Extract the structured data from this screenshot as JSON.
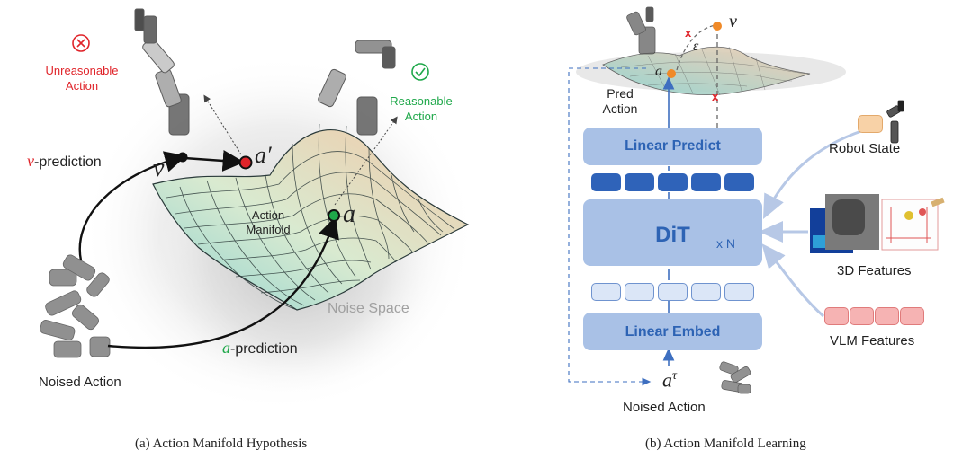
{
  "panel_a": {
    "unreasonable_label": [
      "Unreasonable",
      "Action"
    ],
    "reasonable_label": [
      "Reasonable",
      "Action"
    ],
    "v_prefix": "v",
    "prediction_suffix": "-prediction",
    "a_prefix": "a",
    "v_symbol": "v",
    "a_prime_symbol": "a′",
    "a_symbol": "a",
    "manifold_label": [
      "Action",
      "Manifold"
    ],
    "noise_space_label": "Noise Space",
    "noised_action_label": "Noised Action",
    "caption": "(a) Action Manifold Hypothesis"
  },
  "panel_b": {
    "v_symbol": "v",
    "epsilon_symbol": "ε",
    "a_symbol": "a",
    "x_mark": "x",
    "pred_action_label": [
      "Pred",
      "Action"
    ],
    "linear_predict_label": "Linear Predict",
    "dit_label": "DiT",
    "dit_multiplier": "x N",
    "linear_embed_label": "Linear Embed",
    "a_tau_symbol": "a",
    "tau_symbol": "τ",
    "noised_action_label": "Noised Action",
    "robot_state_label": "Robot State",
    "features_3d_label": "3D Features",
    "vlm_features_label": "VLM Features",
    "caption": "(b) Action Manifold Learning"
  },
  "colors": {
    "red": "#e0242a",
    "green": "#1fa84a",
    "blue": "#2d63b4",
    "block": "#a9c1e6",
    "dark_token": "#2f63b9",
    "light_token": "#dbe6f7",
    "orange_dot": "#f08a28",
    "robot_state_token": "#f8d2a7",
    "vlm_token": "#f6b3b3"
  }
}
